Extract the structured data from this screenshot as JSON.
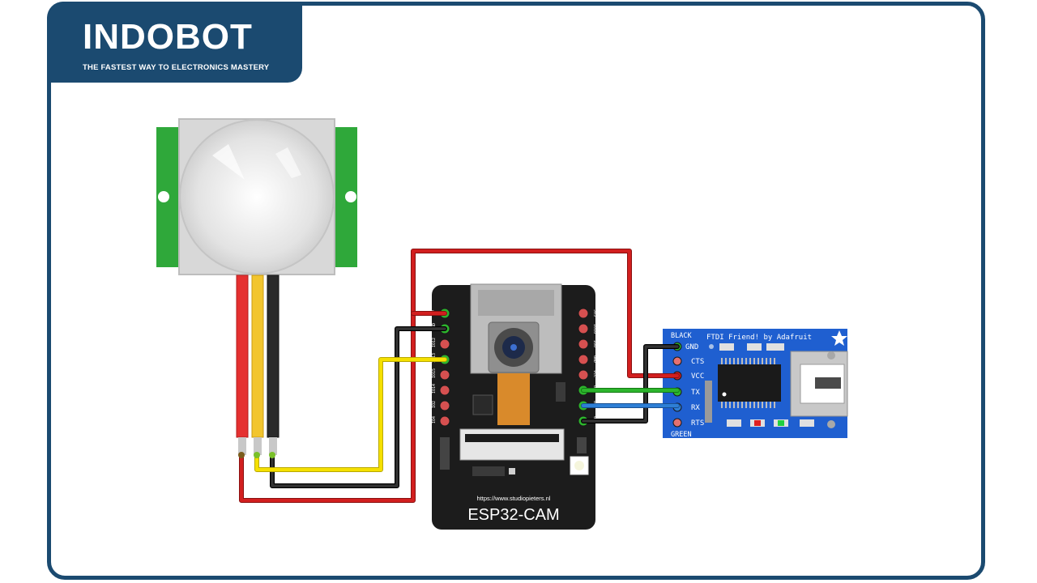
{
  "logo": {
    "title": "INDOBOT",
    "tagline": "THE FASTEST WAY TO ELECTRONICS MASTERY"
  },
  "esp32": {
    "name": "ESP32-CAM",
    "url": "https://www.studiopieters.nl",
    "left_pins": [
      "5V",
      "GND",
      "IO12",
      "IO13",
      "IO15",
      "IO14",
      "IO2",
      "IO4"
    ],
    "right_pins": [
      "3V3",
      "IO16",
      "IO0",
      "GND",
      "VCC",
      "U0R",
      "U0T",
      "GND"
    ]
  },
  "ftdi": {
    "title": "FTDI Friend! by Adafruit",
    "label_black": "BLACK",
    "label_green": "GREEN",
    "pins": [
      "GND",
      "CTS",
      "VCC",
      "TX",
      "RX",
      "RTS"
    ]
  },
  "colors": {
    "frame": "#1b4a70",
    "wire_red": "#d21f1f",
    "wire_black": "#1a1a1a",
    "wire_yellow": "#f5e000",
    "wire_green": "#2db52d",
    "wire_blue": "#2e7fd6",
    "pcb_green": "#2fa83a",
    "ftdi_blue": "#1f5fd0"
  },
  "icons": [
    "star-icon"
  ]
}
